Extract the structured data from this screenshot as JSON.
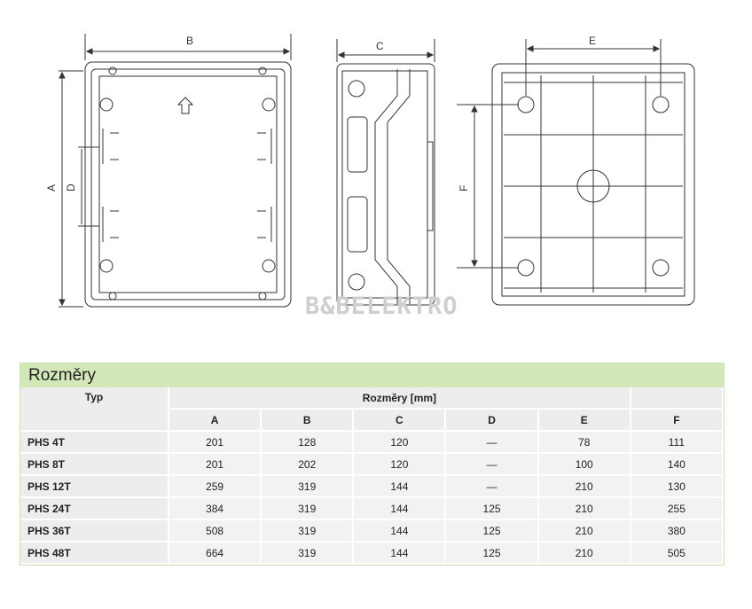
{
  "drawing": {
    "labels": {
      "A": "A",
      "B": "B",
      "C": "C",
      "D": "D",
      "E": "E",
      "F": "F"
    },
    "watermark": "B&BELEKTRO"
  },
  "table": {
    "title": "Rozměry",
    "typ_header": "Typ",
    "group_header": "Rozměry [mm]",
    "columns": [
      "A",
      "B",
      "C",
      "D",
      "E",
      "F"
    ],
    "rows": [
      {
        "typ": "PHS 4T",
        "values": [
          "201",
          "128",
          "120",
          "—",
          "78",
          "111"
        ]
      },
      {
        "typ": "PHS 8T",
        "values": [
          "201",
          "202",
          "120",
          "—",
          "100",
          "140"
        ]
      },
      {
        "typ": "PHS 12T",
        "values": [
          "259",
          "319",
          "144",
          "—",
          "210",
          "130"
        ]
      },
      {
        "typ": "PHS 24T",
        "values": [
          "384",
          "319",
          "144",
          "125",
          "210",
          "255"
        ]
      },
      {
        "typ": "PHS 36T",
        "values": [
          "508",
          "319",
          "144",
          "125",
          "210",
          "380"
        ]
      },
      {
        "typ": "PHS 48T",
        "values": [
          "664",
          "319",
          "144",
          "125",
          "210",
          "505"
        ]
      }
    ]
  }
}
